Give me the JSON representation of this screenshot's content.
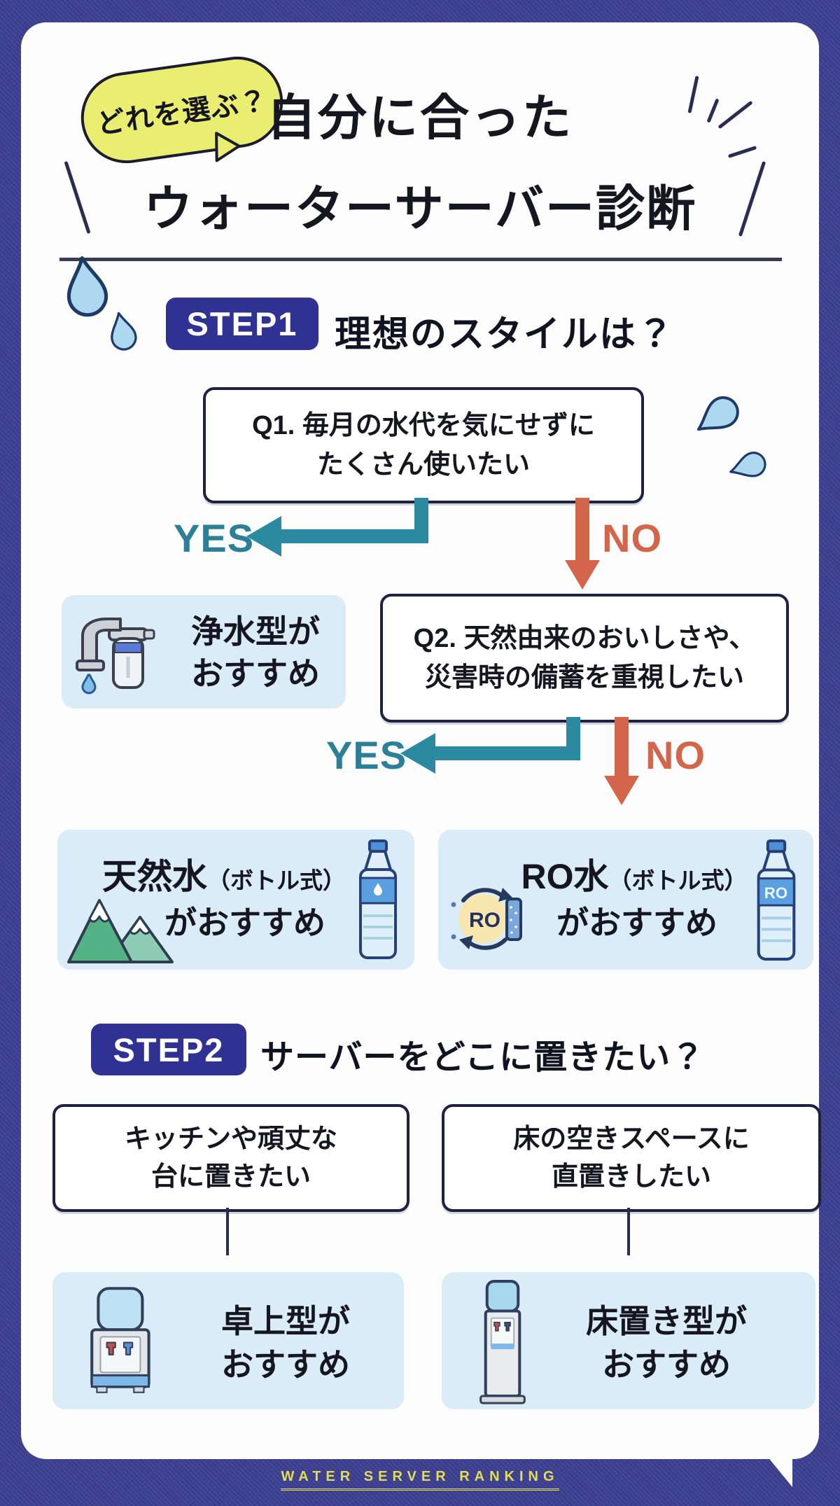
{
  "bubble_label": "どれを選ぶ？",
  "title": {
    "line1": "自分に合った",
    "line2": "ウォーターサーバー診断"
  },
  "labels": {
    "yes": "YES",
    "no": "NO"
  },
  "step1": {
    "badge": "STEP1",
    "heading": "理想のスタイルは？",
    "q1": {
      "line1": "Q1. 毎月の水代を気にせずに",
      "line2": "たくさん使いたい"
    },
    "q2": {
      "line1": "Q2. 天然由来のおいしさや、",
      "line2": "災害時の備蓄を重視したい"
    },
    "rec_josui": {
      "line1": "浄水型が",
      "line2": "おすすめ"
    },
    "rec_tennensui": {
      "name": "天然水",
      "paren": "（ボトル式）",
      "line2": "がおすすめ"
    },
    "rec_ro": {
      "name": "RO水",
      "paren": "（ボトル式）",
      "line2": "がおすすめ",
      "ro_badge": "RO",
      "bottle_label": "RO"
    }
  },
  "step2": {
    "badge": "STEP2",
    "heading": "サーバーをどこに置きたい？",
    "q_left": {
      "line1": "キッチンや頑丈な",
      "line2": "台に置きたい"
    },
    "q_right": {
      "line1": "床の空きスペースに",
      "line2": "直置きしたい"
    },
    "rec_left": {
      "line1": "卓上型が",
      "line2": "おすすめ"
    },
    "rec_right": {
      "line1": "床置き型が",
      "line2": "おすすめ"
    }
  },
  "footer": {
    "brand": "WATER SERVER RANKING"
  },
  "colors": {
    "background_indigo": "#3c3f90",
    "badge_blue": "#2f3292",
    "teal_yes": "#2b89a0",
    "orange_no": "#d2654a",
    "panel_blue": "#d9ecf8",
    "bubble_yellow": "#e9ee71",
    "footer_yellow": "#e3dd55"
  }
}
